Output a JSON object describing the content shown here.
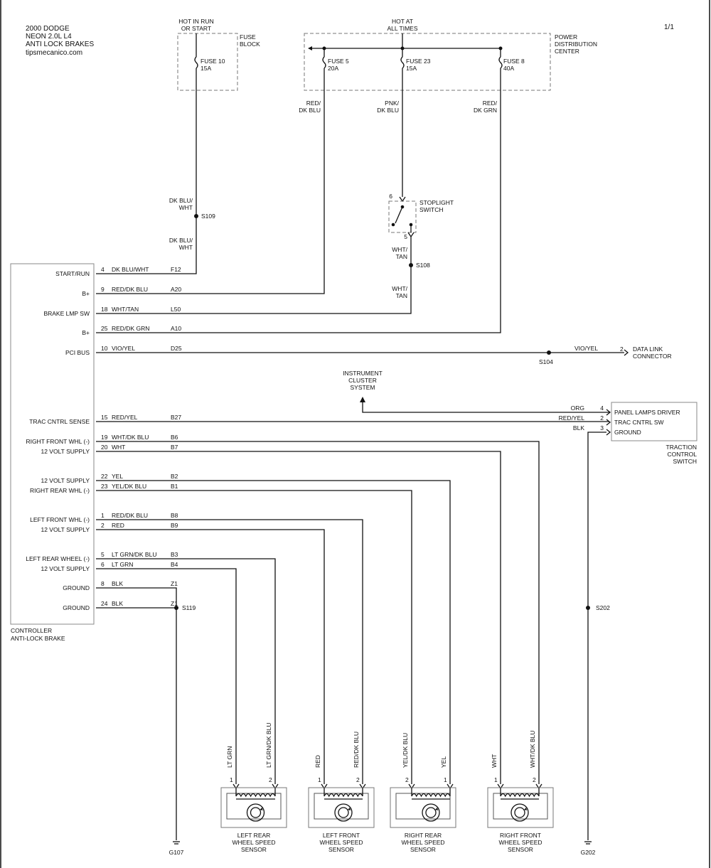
{
  "header": {
    "lines": [
      "2000 DODGE",
      "NEON  2.0L  L4",
      "ANTI LOCK BRAKES",
      "tipsmecanico.com"
    ],
    "page": "1/1"
  },
  "fuse_block": {
    "top_label": [
      "HOT IN RUN",
      "OR START"
    ],
    "name": [
      "FUSE",
      "BLOCK"
    ],
    "fuse": {
      "name": "FUSE 10",
      "rating": "15A"
    }
  },
  "pdc": {
    "top_label": [
      "HOT AT",
      "ALL TIMES"
    ],
    "name": [
      "POWER",
      "DISTRIBUTION",
      "CENTER"
    ],
    "fuses": [
      {
        "name": "FUSE 5",
        "rating": "20A"
      },
      {
        "name": "FUSE 23",
        "rating": "15A"
      },
      {
        "name": "FUSE 8",
        "rating": "40A"
      }
    ]
  },
  "wires_top": {
    "fuse10": [
      "DK BLU/",
      "WHT"
    ],
    "fuse10_b": [
      "DK BLU/",
      "WHT"
    ],
    "fuse5": [
      "RED/",
      "DK BLU"
    ],
    "fuse23": [
      "PNK/",
      "DK BLU"
    ],
    "fuse8": [
      "RED/",
      "DK GRN"
    ],
    "stop_out": [
      "WHT/",
      "TAN"
    ],
    "stop_out_b": [
      "WHT/",
      "TAN"
    ]
  },
  "splices": {
    "s109": "S109",
    "s108": "S108",
    "s104": "S104",
    "s119": "S119",
    "s202": "S202"
  },
  "stoplight": {
    "name": [
      "STOPLIGHT",
      "SWITCH"
    ],
    "pin_in": "6",
    "pin_out": "5"
  },
  "controller": {
    "name": [
      "CONTROLLER",
      "ANTI-LOCK BRAKE"
    ],
    "pins": [
      {
        "label": "START/RUN",
        "pin": "4",
        "color": "DK BLU/WHT",
        "circuit": "F12"
      },
      {
        "label": "B+",
        "pin": "9",
        "color": "RED/DK BLU",
        "circuit": "A20"
      },
      {
        "label": "BRAKE LMP SW",
        "pin": "18",
        "color": "WHT/TAN",
        "circuit": "L50"
      },
      {
        "label": "B+",
        "pin": "25",
        "color": "RED/DK GRN",
        "circuit": "A10"
      },
      {
        "label": "PCI BUS",
        "pin": "10",
        "color": "VIO/YEL",
        "circuit": "D25"
      },
      {
        "label": "TRAC CNTRL SENSE",
        "pin": "15",
        "color": "RED/YEL",
        "circuit": "B27"
      },
      {
        "label": "RIGHT FRONT WHL (-)",
        "pin": "19",
        "color": "WHT/DK BLU",
        "circuit": "B6"
      },
      {
        "label": "12 VOLT SUPPLY",
        "pin": "20",
        "color": "WHT",
        "circuit": "B7"
      },
      {
        "label": "12 VOLT SUPPLY",
        "pin": "22",
        "color": "YEL",
        "circuit": "B2"
      },
      {
        "label": "RIGHT REAR WHL (-)",
        "pin": "23",
        "color": "YEL/DK BLU",
        "circuit": "B1"
      },
      {
        "label": "LEFT FRONT WHL (-)",
        "pin": "1",
        "color": "RED/DK BLU",
        "circuit": "B8"
      },
      {
        "label": "12 VOLT SUPPLY",
        "pin": "2",
        "color": "RED",
        "circuit": "B9"
      },
      {
        "label": "LEFT REAR WHEEL (-)",
        "pin": "5",
        "color": "LT GRN/DK BLU",
        "circuit": "B3"
      },
      {
        "label": "12 VOLT SUPPLY",
        "pin": "6",
        "color": "LT GRN",
        "circuit": "B4"
      },
      {
        "label": "GROUND",
        "pin": "8",
        "color": "BLK",
        "circuit": "Z1"
      },
      {
        "label": "GROUND",
        "pin": "24",
        "color": "BLK",
        "circuit": "Z1"
      }
    ]
  },
  "data_link": {
    "color": "VIO/YEL",
    "pin": "2",
    "name": [
      "DATA LINK",
      "CONNECTOR"
    ]
  },
  "cluster": {
    "name": [
      "INSTRUMENT",
      "CLUSTER",
      "SYSTEM"
    ]
  },
  "traction": {
    "name": [
      "TRACTION",
      "CONTROL",
      "SWITCH"
    ],
    "pins": [
      {
        "color": "ORG",
        "pin": "4",
        "label": "PANEL LAMPS DRIVER"
      },
      {
        "color": "RED/YEL",
        "pin": "2",
        "label": "TRAC CNTRL SW"
      },
      {
        "color": "BLK",
        "pin": "3",
        "label": "GROUND"
      }
    ]
  },
  "sensors": [
    {
      "name": [
        "LEFT REAR",
        "WHEEL SPEED",
        "SENSOR"
      ],
      "wire1": "LT GRN",
      "wire2": "LT GRN/DK BLU",
      "pin_left": "1",
      "pin_right": "2"
    },
    {
      "name": [
        "LEFT FRONT",
        "WHEEL SPEED",
        "SENSOR"
      ],
      "wire1": "RED",
      "wire2": "RED/DK BLU",
      "pin_left": "1",
      "pin_right": "2"
    },
    {
      "name": [
        "RIGHT REAR",
        "WHEEL SPEED",
        "SENSOR"
      ],
      "wire1": "YEL/DK BLU",
      "wire2": "YEL",
      "pin_left": "2",
      "pin_right": "1"
    },
    {
      "name": [
        "RIGHT FRONT",
        "WHEEL SPEED",
        "SENSOR"
      ],
      "wire1": "WHT",
      "wire2": "WHT/DK BLU",
      "pin_left": "1",
      "pin_right": "2"
    }
  ],
  "grounds": {
    "g107": "G107",
    "g202": "G202"
  }
}
